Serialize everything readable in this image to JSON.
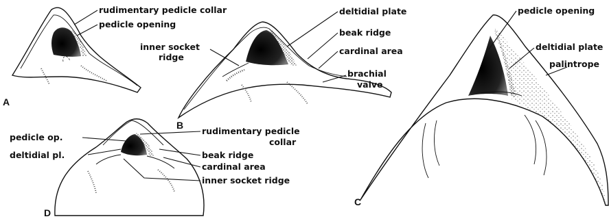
{
  "figure": {
    "panel_A": {
      "letter": "A",
      "labels": {
        "rudimentary_pedicle_collar": "rudimentary pedicle collar",
        "pedicle_opening": "pedicle opening"
      }
    },
    "panel_B": {
      "letter": "B",
      "labels": {
        "deltidial_plate": "deltidial plate",
        "beak_ridge": "beak ridge",
        "inner_socket_ridge_1": "inner socket",
        "inner_socket_ridge_2": "ridge",
        "cardinal_area": "cardinal area",
        "brachial_valve_1": "brachial",
        "brachial_valve_2": "valve"
      }
    },
    "panel_C": {
      "letter": "C",
      "labels": {
        "pedicle_opening": "pedicle opening",
        "deltidial_plate": "deltidial plate",
        "palintrope": "palintrope"
      }
    },
    "panel_D": {
      "letter": "D",
      "labels": {
        "pedicle_op": "pedicle op.",
        "deltidial_pl": "deltidial pl.",
        "rudimentary_pedicle_collar_1": "rudimentary pedicle",
        "rudimentary_pedicle_collar_2": "collar",
        "beak_ridge": "beak ridge",
        "cardinal_area": "cardinal area",
        "inner_socket_ridge": "inner socket ridge"
      }
    }
  }
}
